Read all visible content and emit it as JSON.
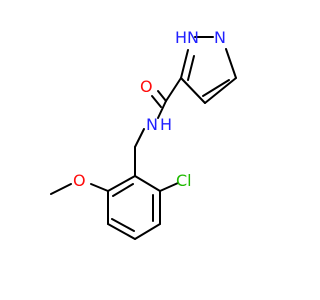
{
  "molecule": {
    "colors": {
      "carbon_bond": "#000000",
      "nitrogen": "#2020ff",
      "oxygen": "#ff0d0d",
      "chlorine": "#1fba00",
      "background": "#ffffff"
    },
    "atoms": {
      "nh_ring": "N",
      "h_ring": "H",
      "n_ring": "N",
      "o_carbonyl": "O",
      "nh_amide": "N",
      "h_amide": "H",
      "o_methoxy": "O",
      "cl": "Cl"
    }
  }
}
